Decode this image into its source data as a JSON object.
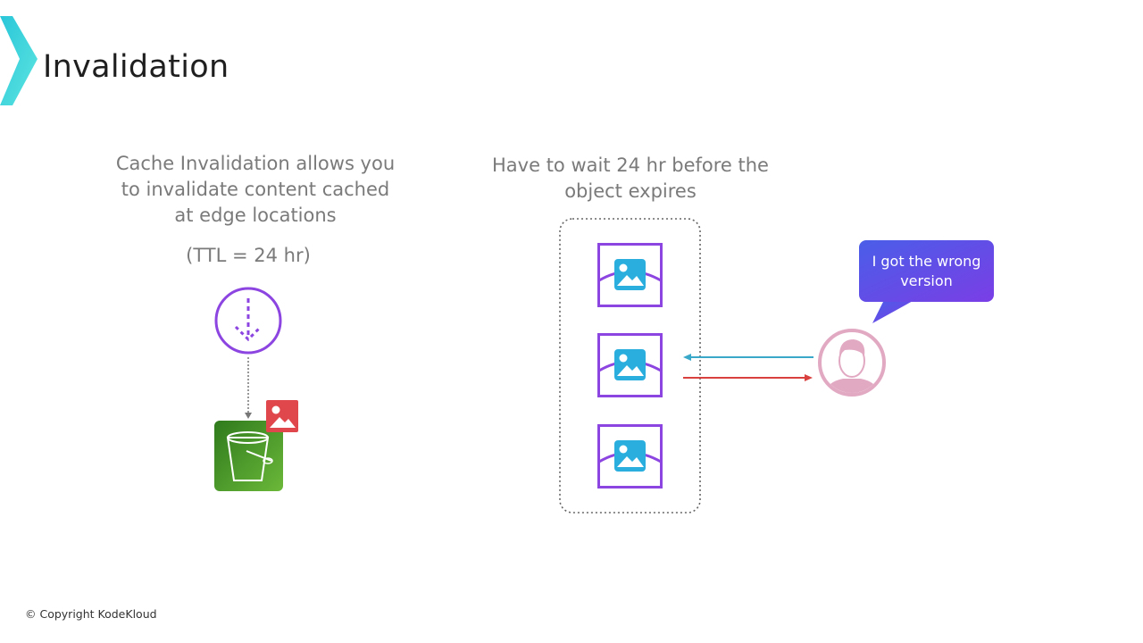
{
  "slide": {
    "title": "Invalidation",
    "left_caption": "Cache Invalidation allows you to invalidate content cached at edge locations",
    "ttl_label": "(TTL = 24 hr)",
    "right_caption": "Have to wait 24 hr before the object expires",
    "speech_bubble": "I got the wrong version",
    "copyright": "© Copyright KodeKloud"
  },
  "colors": {
    "accent_purple": "#8c45e0",
    "bucket_green": "#3f8f23",
    "badge_red": "#e0474c",
    "image_blue": "#29aede",
    "request_arrow": "#3aa9c9",
    "response_arrow": "#d9413f",
    "user_pink": "#e2a9c3",
    "bubble_start": "#4a5ee8",
    "bubble_end": "#7a3ee6"
  }
}
